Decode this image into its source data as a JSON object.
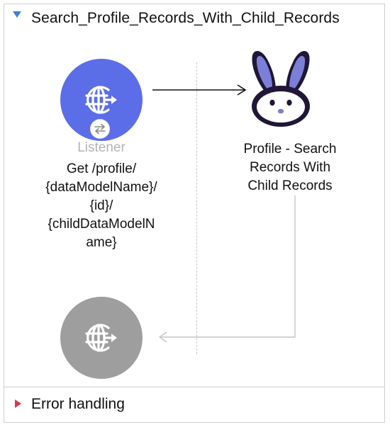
{
  "flow": {
    "title": "Search_Profile_Records_With_Child_Records",
    "toggle_icon": "triangle-down-icon"
  },
  "listener": {
    "label": "Listener",
    "path": "Get /profile/\n{dataModelName}/\n{id}/\n{childDataModelN\name}",
    "icon": "globe-arrow-icon",
    "badge_icon": "swap-arrows-icon",
    "color": "#5b6ee8"
  },
  "profile_step": {
    "label": "Profile - Search\nRecords With\nChild Records",
    "icon": "bunny-icon",
    "color": "#7b7fd6"
  },
  "response": {
    "icon": "globe-arrow-icon",
    "color": "#9e9e9e"
  },
  "error_handling": {
    "label": "Error handling",
    "toggle_icon": "triangle-right-icon",
    "color": "#d33b4a"
  }
}
